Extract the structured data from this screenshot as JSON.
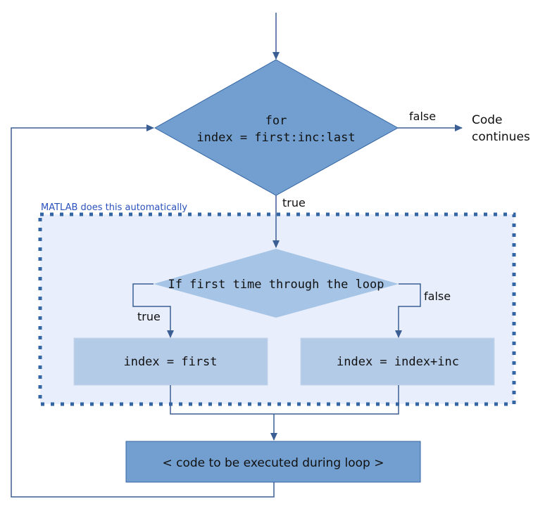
{
  "colors": {
    "arrow": "#3b5f94",
    "main_diamond_fill": "#729fcf",
    "main_diamond_stroke": "#3465a4",
    "inner_diamond_fill": "#a5c4e6",
    "box_fill": "#b4cbe8",
    "box_stroke": "#c6d6ea",
    "code_box_fill": "#729fcf",
    "code_box_stroke": "#3465a4",
    "auto_region_fill": "#e8eefc",
    "auto_region_border": "#3465a4",
    "auto_label": "#2a52be"
  },
  "for_decision": {
    "line1": "for",
    "line2": "index = first:inc:last",
    "false_label": "false",
    "true_label": "true"
  },
  "exit": {
    "line1": "Code",
    "line2": "continues"
  },
  "auto_region": {
    "label": "MATLAB does this automatically"
  },
  "first_time_decision": {
    "text": "If first time through the loop",
    "true_label": "true",
    "false_label": "false"
  },
  "assign_first": {
    "text": "index = first"
  },
  "assign_increment": {
    "text": "index = index+inc"
  },
  "loop_body": {
    "text": "< code to be executed during loop >"
  }
}
